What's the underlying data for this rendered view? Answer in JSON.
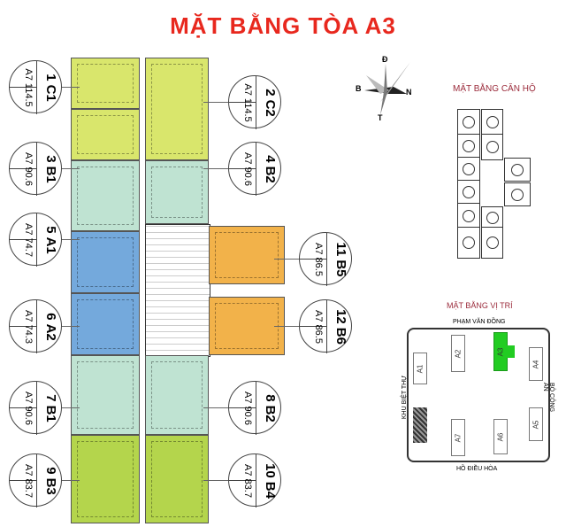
{
  "title": "MẶT BẰNG TÒA A3",
  "compass": {
    "north": "N",
    "east": "Đ",
    "west": "T",
    "south_b": "B"
  },
  "units": [
    {
      "no": "1",
      "type": "C1",
      "block": "A7",
      "area": "114.5"
    },
    {
      "no": "2",
      "type": "C2",
      "block": "A7",
      "area": "114.5"
    },
    {
      "no": "3",
      "type": "B1",
      "block": "A7",
      "area": "90.6"
    },
    {
      "no": "4",
      "type": "B2",
      "block": "A7",
      "area": "90.6"
    },
    {
      "no": "5",
      "type": "A1",
      "block": "A7",
      "area": "74.7"
    },
    {
      "no": "6",
      "type": "A2",
      "block": "A7",
      "area": "74.3"
    },
    {
      "no": "7",
      "type": "B1",
      "block": "A7",
      "area": "90.6"
    },
    {
      "no": "8",
      "type": "B2",
      "block": "A7",
      "area": "90.6"
    },
    {
      "no": "9",
      "type": "B3",
      "block": "A7",
      "area": "83.7"
    },
    {
      "no": "10",
      "type": "B4",
      "block": "A7",
      "area": "83.7"
    },
    {
      "no": "11",
      "type": "B5",
      "block": "A7",
      "area": "86.5"
    },
    {
      "no": "12",
      "type": "B6",
      "block": "A7",
      "area": "86.5"
    }
  ],
  "apartment_plan": {
    "title": "MẶT BẰNG CĂN HỘ"
  },
  "site_plan": {
    "title": "MẶT BẰNG VỊ TRÍ",
    "north_road": "PHẠM VĂN ĐỒNG",
    "south_road": "HỒ ĐIỀU HÒA",
    "west_label": "KHU BIỆT THỰ",
    "east_label": "BỘ CÔNG AN",
    "buildings": [
      "A1",
      "A2",
      "A3",
      "A4",
      "A5",
      "A6",
      "A7"
    ],
    "highlight_color": "#22cc22"
  }
}
